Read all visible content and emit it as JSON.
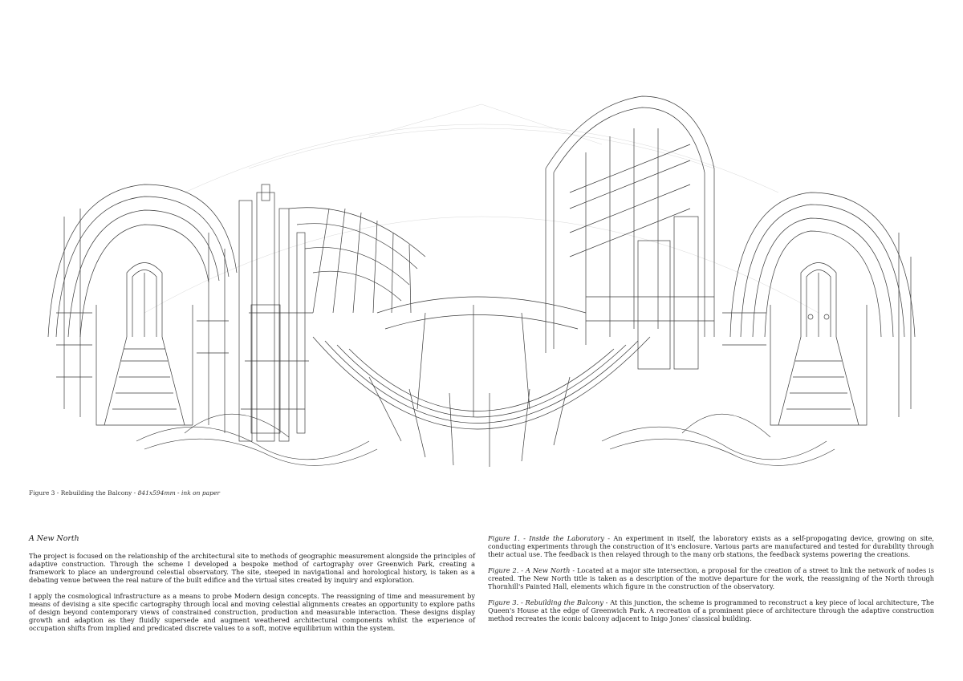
{
  "figure": {
    "caption_title": "Figure 3 - Rebuilding the Balcony",
    "caption_meta": "841x594mm - ink on paper"
  },
  "left_column": {
    "heading": "A New North",
    "paragraphs": [
      "The project is focused on the relationship of the architectural site to methods of geographic measurement alongside the principles of adaptive construction. Through the scheme I developed a bespoke method of cartography over Greenwich Park, creating a framework to place an underground celestial observatory. The site, steeped in navigational and horological history, is taken as a debating venue between the real nature of the built edifice and the virtual sites created by inquiry and exploration.",
      "I apply the cosmological infrastructure as a means to probe Modern design concepts. The reassigning of time and measurement by means of devising a site specific cartography through local and moving celestial alignments creates an opportunity to explore paths of design beyond contemporary views of constrained construction, production and measurable interaction. These designs display growth and adaption as they fluidly supersede and augment weathered architectural components whilst the experience of occupation shifts from implied and predicated discrete values to a soft, motive equilibrium within the system."
    ]
  },
  "right_column": {
    "entries": [
      {
        "label": "Figure 1. - Inside the Laboratory",
        "text": " - An experiment in itself, the laboratory exists as a self-propogating device, growing on site, conducting experiments through the construction of it's enclosure. Various parts  are manufactured and tested for durability through their actual use. The feedback is then relayed through to the many orb stations, the feedback systems powering the creations."
      },
      {
        "label": "Figure 2. - A New North",
        "text": " - Located at a major site intersection, a proposal for the creation of a street to link the network of nodes is created. The New North title is taken as a description of the motive departure for the work, the reassigning of the North through Thornhill's Painted Hall, elements which figure in the construction of the observatory."
      },
      {
        "label": "Figure 3. - Rebuilding the Balcony",
        "text": " - At this junction, the scheme is programmed to reconstruct a key piece of local architecture, The Queen's House at the edge of Greenwich Park. A recreation of a prominent piece of architecture through the adaptive construction method recreates the iconic balcony adjacent to Inigo Jones' classical building."
      }
    ]
  }
}
